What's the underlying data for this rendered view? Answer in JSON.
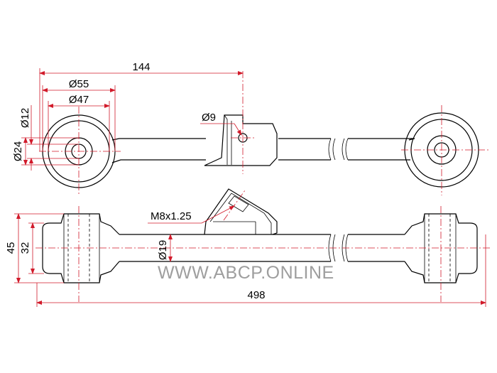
{
  "drawing": {
    "top_view": {
      "dim_overall_to_hole": "144",
      "dim_outer_diameter": "Ø55",
      "dim_bush_diameter": "Ø47",
      "dim_inner_bore": "Ø12",
      "dim_sleeve_diameter": "Ø24",
      "dim_bracket_hole": "Ø9"
    },
    "side_view": {
      "dim_thread": "M8x1.25",
      "dim_rod_diameter": "Ø19",
      "dim_eye_height": "45",
      "dim_bush_height": "32",
      "dim_total_length": "498"
    },
    "watermark": "WWW.ABCP.ONLINE",
    "colors": {
      "dimension_lines": "#d11a2a",
      "outline": "#000000",
      "watermark": "#9e9e9e"
    }
  }
}
